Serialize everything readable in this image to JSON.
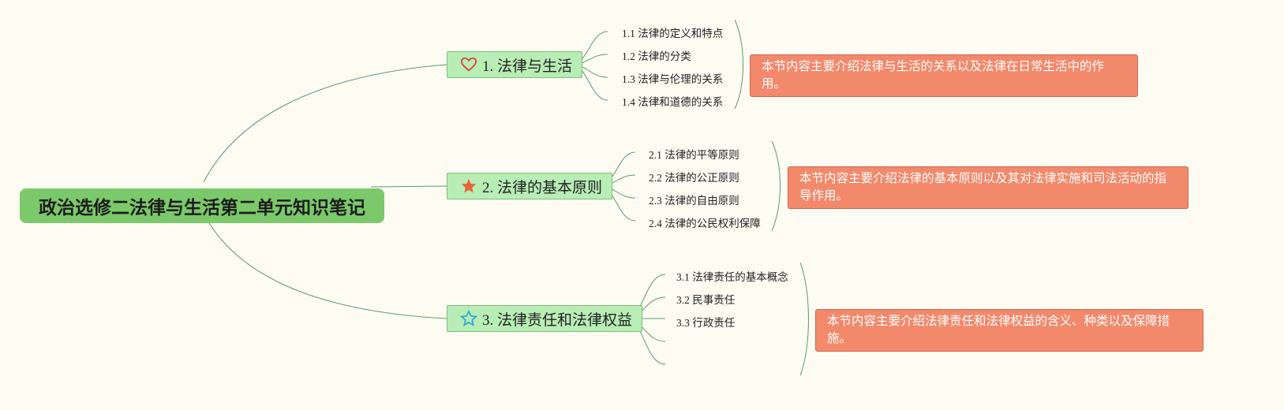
{
  "root": {
    "title": "政治选修二法律与生活第二单元知识笔记"
  },
  "topics": [
    {
      "label": "1. 法律与生活",
      "icon": "heart-icon",
      "subtopics": [
        "1.1 法律的定义和特点",
        "1.2 法律的分类",
        "1.3 法律与伦理的关系",
        "1.4 法律和道德的关系"
      ],
      "summary": "本节内容主要介绍法律与生活的关系以及法律在日常生活中的作用。"
    },
    {
      "label": "2. 法律的基本原则",
      "icon": "star-filled-icon",
      "subtopics": [
        "2.1 法律的平等原则",
        "2.2 法律的公正原则",
        "2.3 法律的自由原则",
        "2.4 法律的公民权利保障"
      ],
      "summary": "本节内容主要介绍法律的基本原则以及其对法律实施和司法活动的指导作用。"
    },
    {
      "label": "3. 法律责任和法律权益",
      "icon": "star-outline-icon",
      "subtopics": [
        "3.1 法律责任的基本概念",
        "3.2 民事责任",
        "3.3 行政责任",
        "",
        ""
      ],
      "summary": "本节内容主要介绍法律责任和法律权益的含义、种类以及保障措施。"
    }
  ],
  "colors": {
    "background": "#fefcf2",
    "root": "#7bc96a",
    "topic": "#b8edb6",
    "note": "#f3896b",
    "line": "#5a9a68"
  }
}
